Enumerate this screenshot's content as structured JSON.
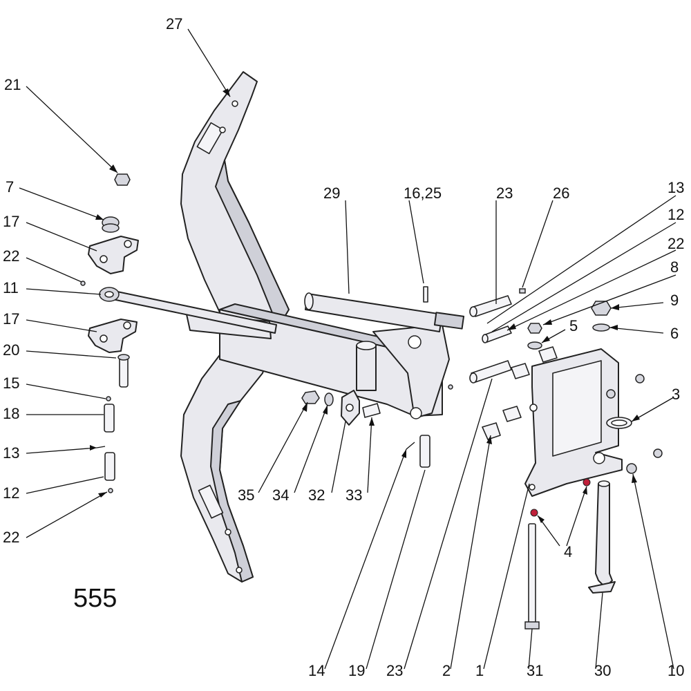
{
  "diagram": {
    "number": "555",
    "callouts": [
      {
        "id": "c27",
        "label": "27"
      },
      {
        "id": "c21",
        "label": "21"
      },
      {
        "id": "c7",
        "label": "7"
      },
      {
        "id": "c17a",
        "label": "17"
      },
      {
        "id": "c22a",
        "label": "22"
      },
      {
        "id": "c11",
        "label": "11"
      },
      {
        "id": "c17b",
        "label": "17"
      },
      {
        "id": "c20",
        "label": "20"
      },
      {
        "id": "c15",
        "label": "15"
      },
      {
        "id": "c18",
        "label": "18"
      },
      {
        "id": "c13a",
        "label": "13"
      },
      {
        "id": "c12a",
        "label": "12"
      },
      {
        "id": "c22b",
        "label": "22"
      },
      {
        "id": "c29",
        "label": "29"
      },
      {
        "id": "c1625",
        "label": "16,25"
      },
      {
        "id": "c23a",
        "label": "23"
      },
      {
        "id": "c26",
        "label": "26"
      },
      {
        "id": "c13b",
        "label": "13"
      },
      {
        "id": "c12b",
        "label": "12"
      },
      {
        "id": "c22c",
        "label": "22"
      },
      {
        "id": "c8",
        "label": "8"
      },
      {
        "id": "c9",
        "label": "9"
      },
      {
        "id": "c6",
        "label": "6"
      },
      {
        "id": "c5",
        "label": "5"
      },
      {
        "id": "c3",
        "label": "3"
      },
      {
        "id": "c35",
        "label": "35"
      },
      {
        "id": "c34",
        "label": "34"
      },
      {
        "id": "c32",
        "label": "32"
      },
      {
        "id": "c33",
        "label": "33"
      },
      {
        "id": "c4",
        "label": "4"
      },
      {
        "id": "c14",
        "label": "14"
      },
      {
        "id": "c19",
        "label": "19"
      },
      {
        "id": "c23b",
        "label": "23"
      },
      {
        "id": "c2",
        "label": "2"
      },
      {
        "id": "c1",
        "label": "1"
      },
      {
        "id": "c31",
        "label": "31"
      },
      {
        "id": "c30",
        "label": "30"
      },
      {
        "id": "c10",
        "label": "10"
      }
    ]
  }
}
